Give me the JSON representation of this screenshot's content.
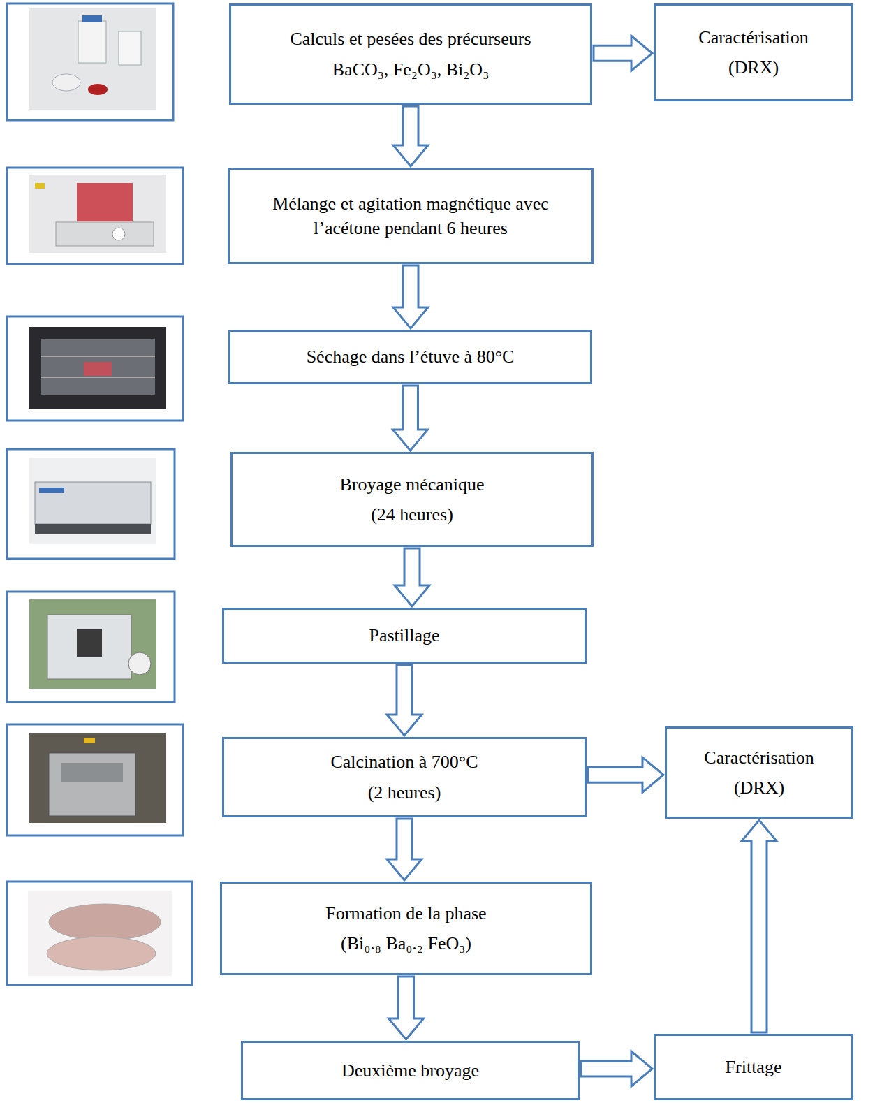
{
  "diagram": {
    "nodes": [
      {
        "text": [
          "Calculs et pesées des précurseurs",
          "BaCO₃, Fe₂O₃, Bi₂O₃"
        ]
      },
      {
        "text": [
          "Caractérisation",
          "(DRX)"
        ]
      },
      {
        "text": [
          "Mélange et agitation magnétique avec l’acétone pendant 6 heures"
        ]
      },
      {
        "text": [
          "Séchage dans l’étuve à 80°C"
        ]
      },
      {
        "text": [
          "Broyage mécanique",
          "(24 heures)"
        ]
      },
      {
        "text": [
          "Pastillage"
        ]
      },
      {
        "text": [
          "Calcination à 700°C",
          "(2 heures)"
        ]
      },
      {
        "text": [
          "Caractérisation",
          "(DRX)"
        ]
      },
      {
        "text": [
          "Formation de la phase",
          "(Bi₀.₈ Ba₀.₂ FeO₃)"
        ]
      },
      {
        "text": [
          "Deuxième broyage"
        ]
      },
      {
        "text": [
          "Frittage"
        ]
      }
    ],
    "edges": [
      {
        "from": 0,
        "to": 1,
        "arrow": "to"
      },
      {
        "from": 0,
        "to": 2,
        "arrow": "to"
      },
      {
        "from": 2,
        "to": 3,
        "arrow": "to"
      },
      {
        "from": 3,
        "to": 4,
        "arrow": "to"
      },
      {
        "from": 4,
        "to": 5,
        "arrow": "to"
      },
      {
        "from": 5,
        "to": 6,
        "arrow": "to"
      },
      {
        "from": 6,
        "to": 7,
        "arrow": "to"
      },
      {
        "from": 6,
        "to": 8,
        "arrow": "to"
      },
      {
        "from": 8,
        "to": 9,
        "arrow": "to"
      },
      {
        "from": 9,
        "to": 10,
        "arrow": "to"
      },
      {
        "from": 10,
        "to": 7,
        "arrow": "to"
      }
    ]
  }
}
